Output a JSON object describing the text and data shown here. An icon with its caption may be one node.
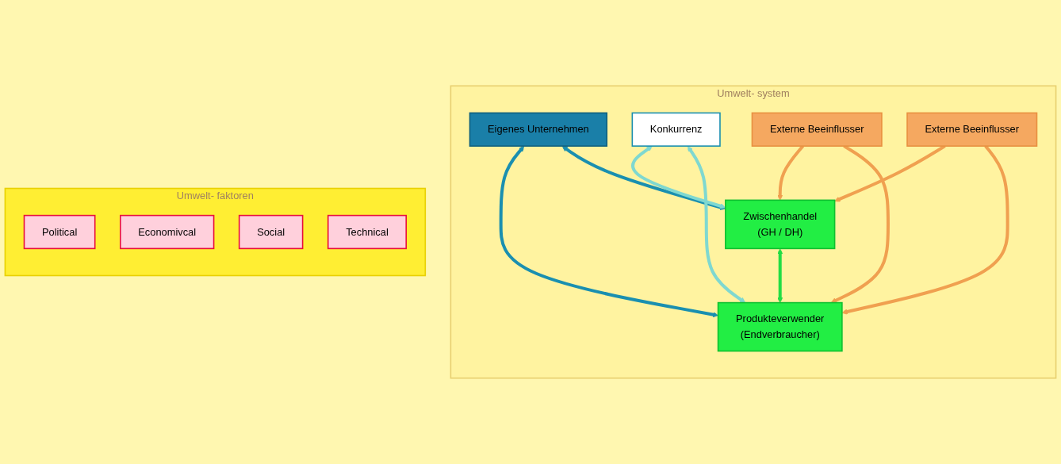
{
  "diagram": {
    "nodes": [
      {
        "text": [
          "Umwelt- system"
        ]
      },
      {
        "text": [
          "Eigenes Unternehmen"
        ],
        "in": 0
      },
      {
        "text": [
          "Konkurrenz"
        ],
        "in": 0
      },
      {
        "text": [
          "Externe Beeinflusser"
        ],
        "in": 0
      },
      {
        "text": [
          "Zwischenhandel",
          "(GH / DH)"
        ],
        "in": 0
      },
      {
        "text": [
          "Externe Beeinflusser"
        ],
        "in": 0
      },
      {
        "text": [
          "Produkteverwender",
          "(Endverbraucher)"
        ],
        "in": 0
      },
      {
        "text": [
          "Umwelt- faktoren"
        ]
      },
      {
        "text": [
          "Political"
        ],
        "in": 7
      },
      {
        "text": [
          "Economivcal"
        ],
        "in": 7
      },
      {
        "text": [
          "Social"
        ],
        "in": 7
      },
      {
        "text": [
          "Technical"
        ],
        "in": 7
      }
    ],
    "edges": [
      {
        "from": 1,
        "to": 6,
        "arrow": "both",
        "color": "#1a8fb0"
      },
      {
        "from": 1,
        "to": 4,
        "arrow": "both",
        "color": "#1a8fb0"
      },
      {
        "from": 2,
        "to": 4,
        "arrow": "both",
        "color": "#7fd8d0"
      },
      {
        "from": 2,
        "to": 6,
        "arrow": "both",
        "color": "#7fd8d0"
      },
      {
        "from": 3,
        "to": 4,
        "arrow": "to"
      },
      {
        "from": 5,
        "to": 4,
        "arrow": "to"
      },
      {
        "from": 3,
        "to": 6,
        "arrow": "to"
      },
      {
        "from": 5,
        "to": 6,
        "arrow": "to"
      },
      {
        "from": 4,
        "to": 6,
        "arrow": "both",
        "color": "#22dd44"
      }
    ]
  }
}
